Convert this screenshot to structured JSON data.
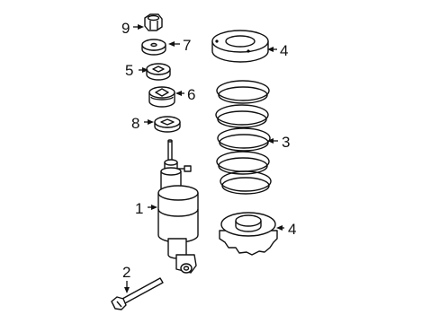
{
  "callouts": [
    {
      "id": "nut",
      "number": "9"
    },
    {
      "id": "washer-top",
      "number": "7"
    },
    {
      "id": "insulator-upper",
      "number": "5"
    },
    {
      "id": "bushing",
      "number": "6"
    },
    {
      "id": "washer-lower",
      "number": "8"
    },
    {
      "id": "shock-absorber",
      "number": "1"
    },
    {
      "id": "bolt",
      "number": "2"
    },
    {
      "id": "upper-spring-seat",
      "number": "4"
    },
    {
      "id": "coil-spring",
      "number": "3"
    },
    {
      "id": "lower-spring-seat",
      "number": "4"
    }
  ]
}
